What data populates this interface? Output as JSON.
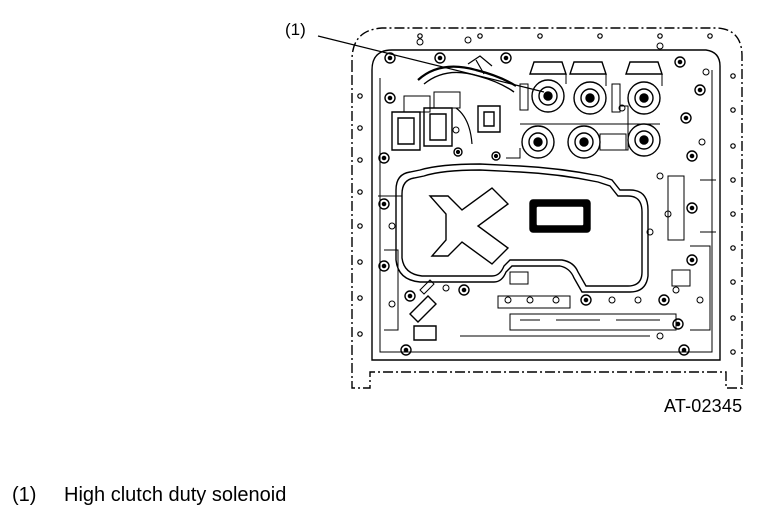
{
  "callout": {
    "label": "(1)"
  },
  "figure_code": "AT-02345",
  "legend": [
    {
      "number": "(1)",
      "text": "High clutch duty solenoid"
    }
  ],
  "parts": {
    "solenoids_upper": 3,
    "solenoids_lower": 3
  }
}
